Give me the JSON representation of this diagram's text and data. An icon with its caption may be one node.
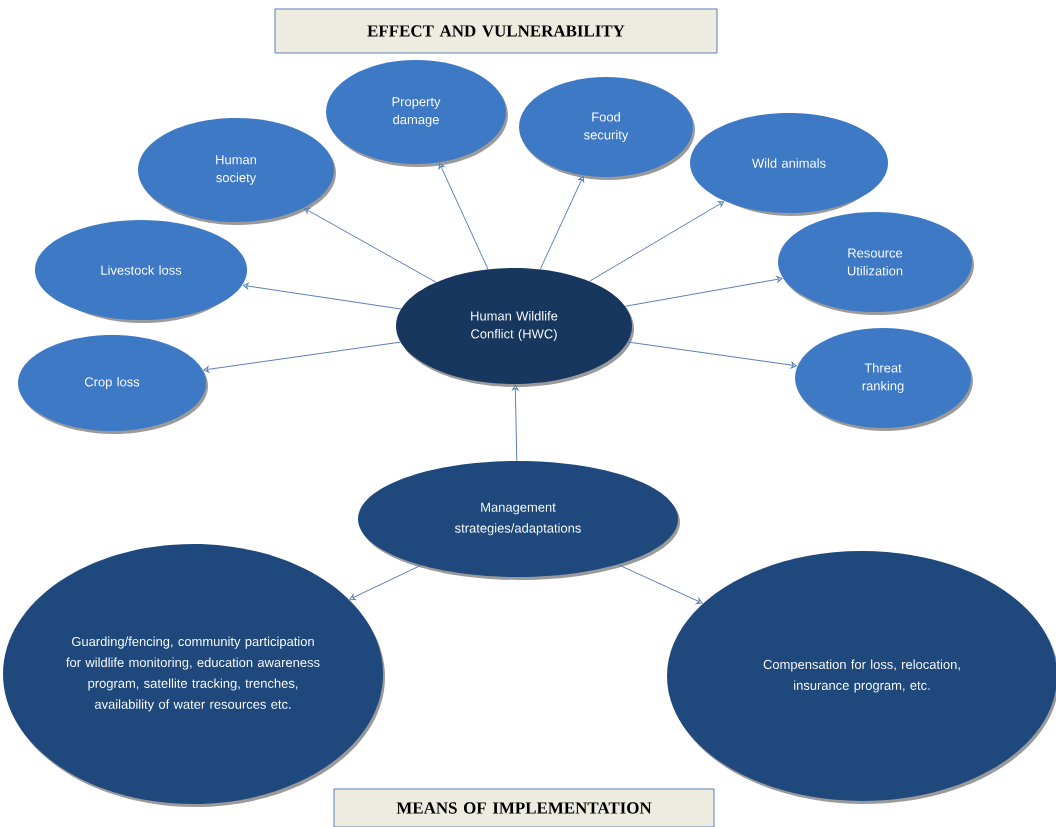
{
  "diagram": {
    "nodes": [
      {
        "text": [
          "EFFECT AND VULNERABILITY"
        ]
      },
      {
        "text": [
          "Property damage"
        ]
      },
      {
        "text": [
          "Food security"
        ]
      },
      {
        "text": [
          "Human society"
        ]
      },
      {
        "text": [
          "Wild animals"
        ]
      },
      {
        "text": [
          "Livestock loss"
        ]
      },
      {
        "text": [
          "Resource Utilization"
        ]
      },
      {
        "text": [
          "Human Wildlife Conflict (HWC)"
        ]
      },
      {
        "text": [
          "Crop loss"
        ]
      },
      {
        "text": [
          "Threat ranking"
        ]
      },
      {
        "text": [
          "Management strategies/adaptations"
        ]
      },
      {
        "text": [
          "Guarding/fencing, community participation for wildlife monitoring, education awareness program, satellite tracking, trenches, availability of water resources etc."
        ]
      },
      {
        "text": [
          "Compensation for loss, relocation, insurance program, etc."
        ]
      },
      {
        "text": [
          "MEANS OF IMPLEMENTATION"
        ]
      }
    ],
    "edges": [
      {
        "from": 7,
        "to": 8,
        "arrow": "to"
      },
      {
        "from": 7,
        "to": 5,
        "arrow": "to"
      },
      {
        "from": 7,
        "to": 3,
        "arrow": "to"
      },
      {
        "from": 7,
        "to": 1,
        "arrow": "to"
      },
      {
        "from": 7,
        "to": 2,
        "arrow": "to"
      },
      {
        "from": 7,
        "to": 4,
        "arrow": "to"
      },
      {
        "from": 7,
        "to": 6,
        "arrow": "to"
      },
      {
        "from": 7,
        "to": 9,
        "arrow": "to"
      },
      {
        "from": 10,
        "to": 7,
        "arrow": "to"
      },
      {
        "from": 10,
        "to": 11,
        "arrow": "to"
      },
      {
        "from": 10,
        "to": 12,
        "arrow": "to"
      }
    ]
  }
}
